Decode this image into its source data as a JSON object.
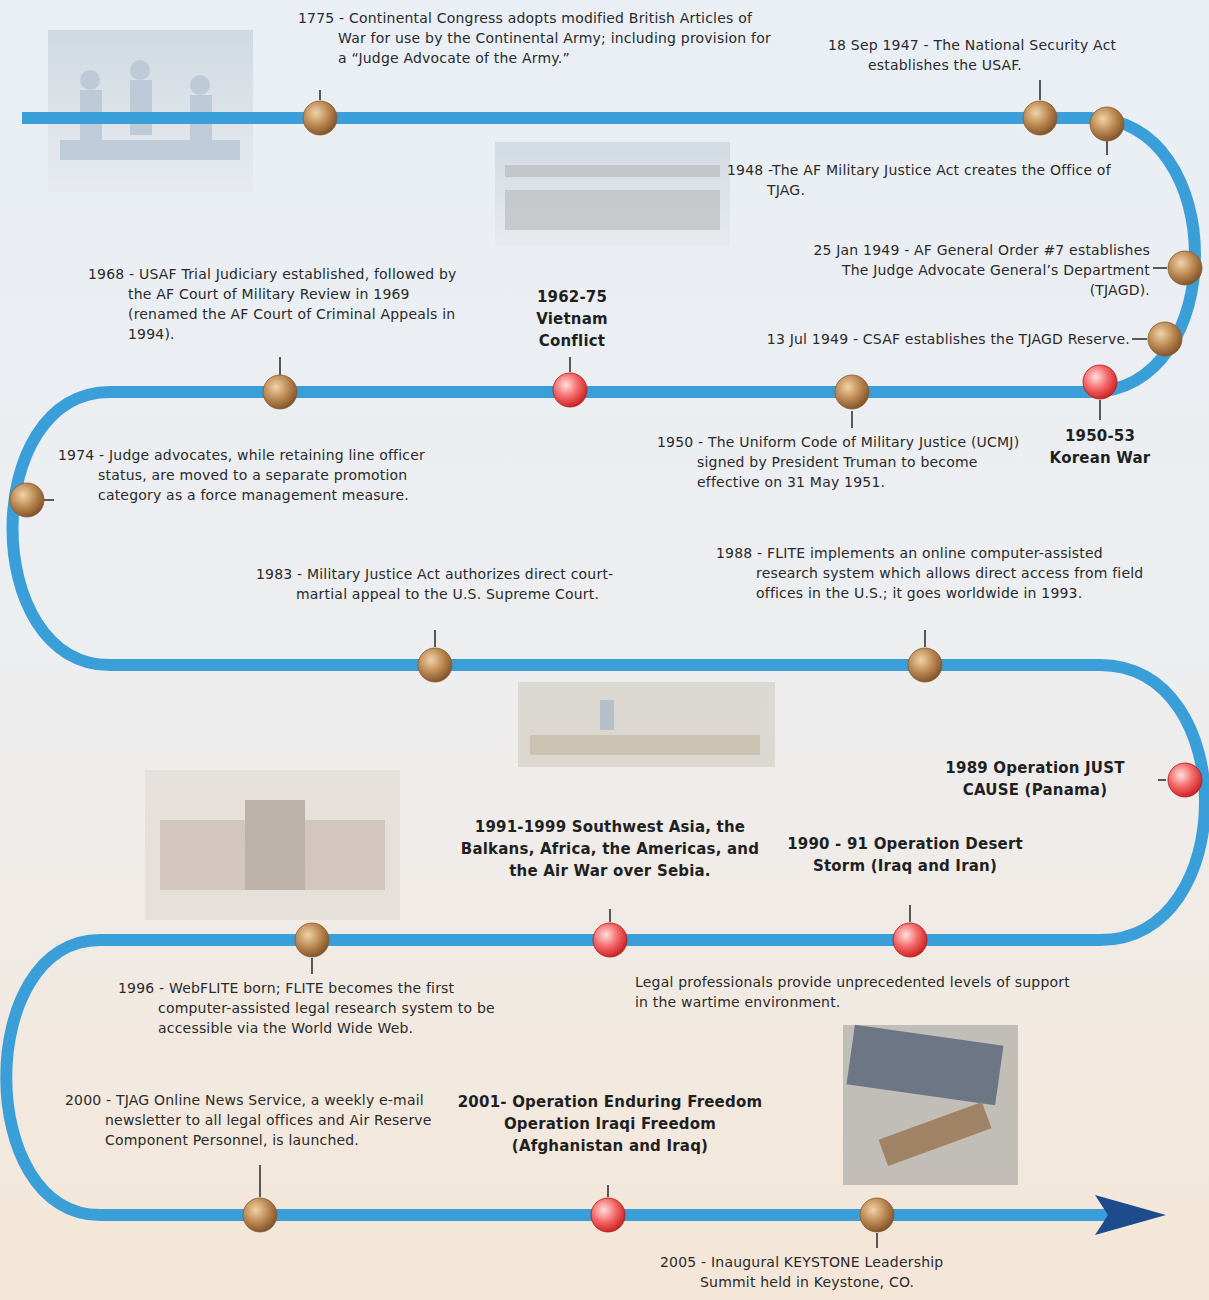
{
  "diagram": {
    "labels": [
      "1775 - Continental Congress adopts modified British Articles of War for use by the Continental Army; including provision for a “Judge Advocate of the Army.”",
      "18 Sep 1947 - The National Security Act establishes the USAF.",
      "1948 -The AF Military Justice Act creates the Office of TJAG.",
      "25 Jan 1949 - AF General Order #7 establishes The Judge Advocate General’s Department (TJAGD).",
      "1968 - USAF Trial Judiciary established, followed by the AF Court of Military Review in 1969 (renamed the AF Court of Criminal Appeals in 1994).",
      "1962-75 Vietnam Conflict",
      "13 Jul 1949 - CSAF establishes the TJAGD Reserve.",
      "1950-53 Korean War",
      "1950 - The Uniform Code of Military Justice (UCMJ) signed by President Truman to become effective on 31 May 1951.",
      "1974 - Judge advocates, while retaining line officer status, are moved to a separate promotion category as a force management measure.",
      "1983 - Military Justice Act authorizes direct court-martial appeal to the U.S. Supreme Court.",
      "1988 - FLITE implements an online computer-assisted research system which allows direct access from field offices in the U.S.; it goes worldwide in 1993.",
      "1989 Operation JUST CAUSE (Panama)",
      "1991-1999 Southwest Asia, the Balkans, Africa, the Americas, and the Air War over Sebia.",
      "1990 - 91 Operation Desert Storm (Iraq and Iran)",
      "Legal professionals provide unprecedented levels of support in the wartime environment.",
      "1996 - WebFLITE born; FLITE becomes the first computer-assisted legal research system to be accessible via the World Wide Web.",
      "2000 - TJAG Online News Service, a weekly e-mail newsletter to all legal offices and Air Reserve Component Personnel, is launched.",
      "2001- Operation Enduring Freedom Operation Iraqi Freedom (Afghanistan and Iraq)",
      "2005 - Inaugural KEYSTONE Leadership Summit held in Keystone, CO."
    ]
  }
}
